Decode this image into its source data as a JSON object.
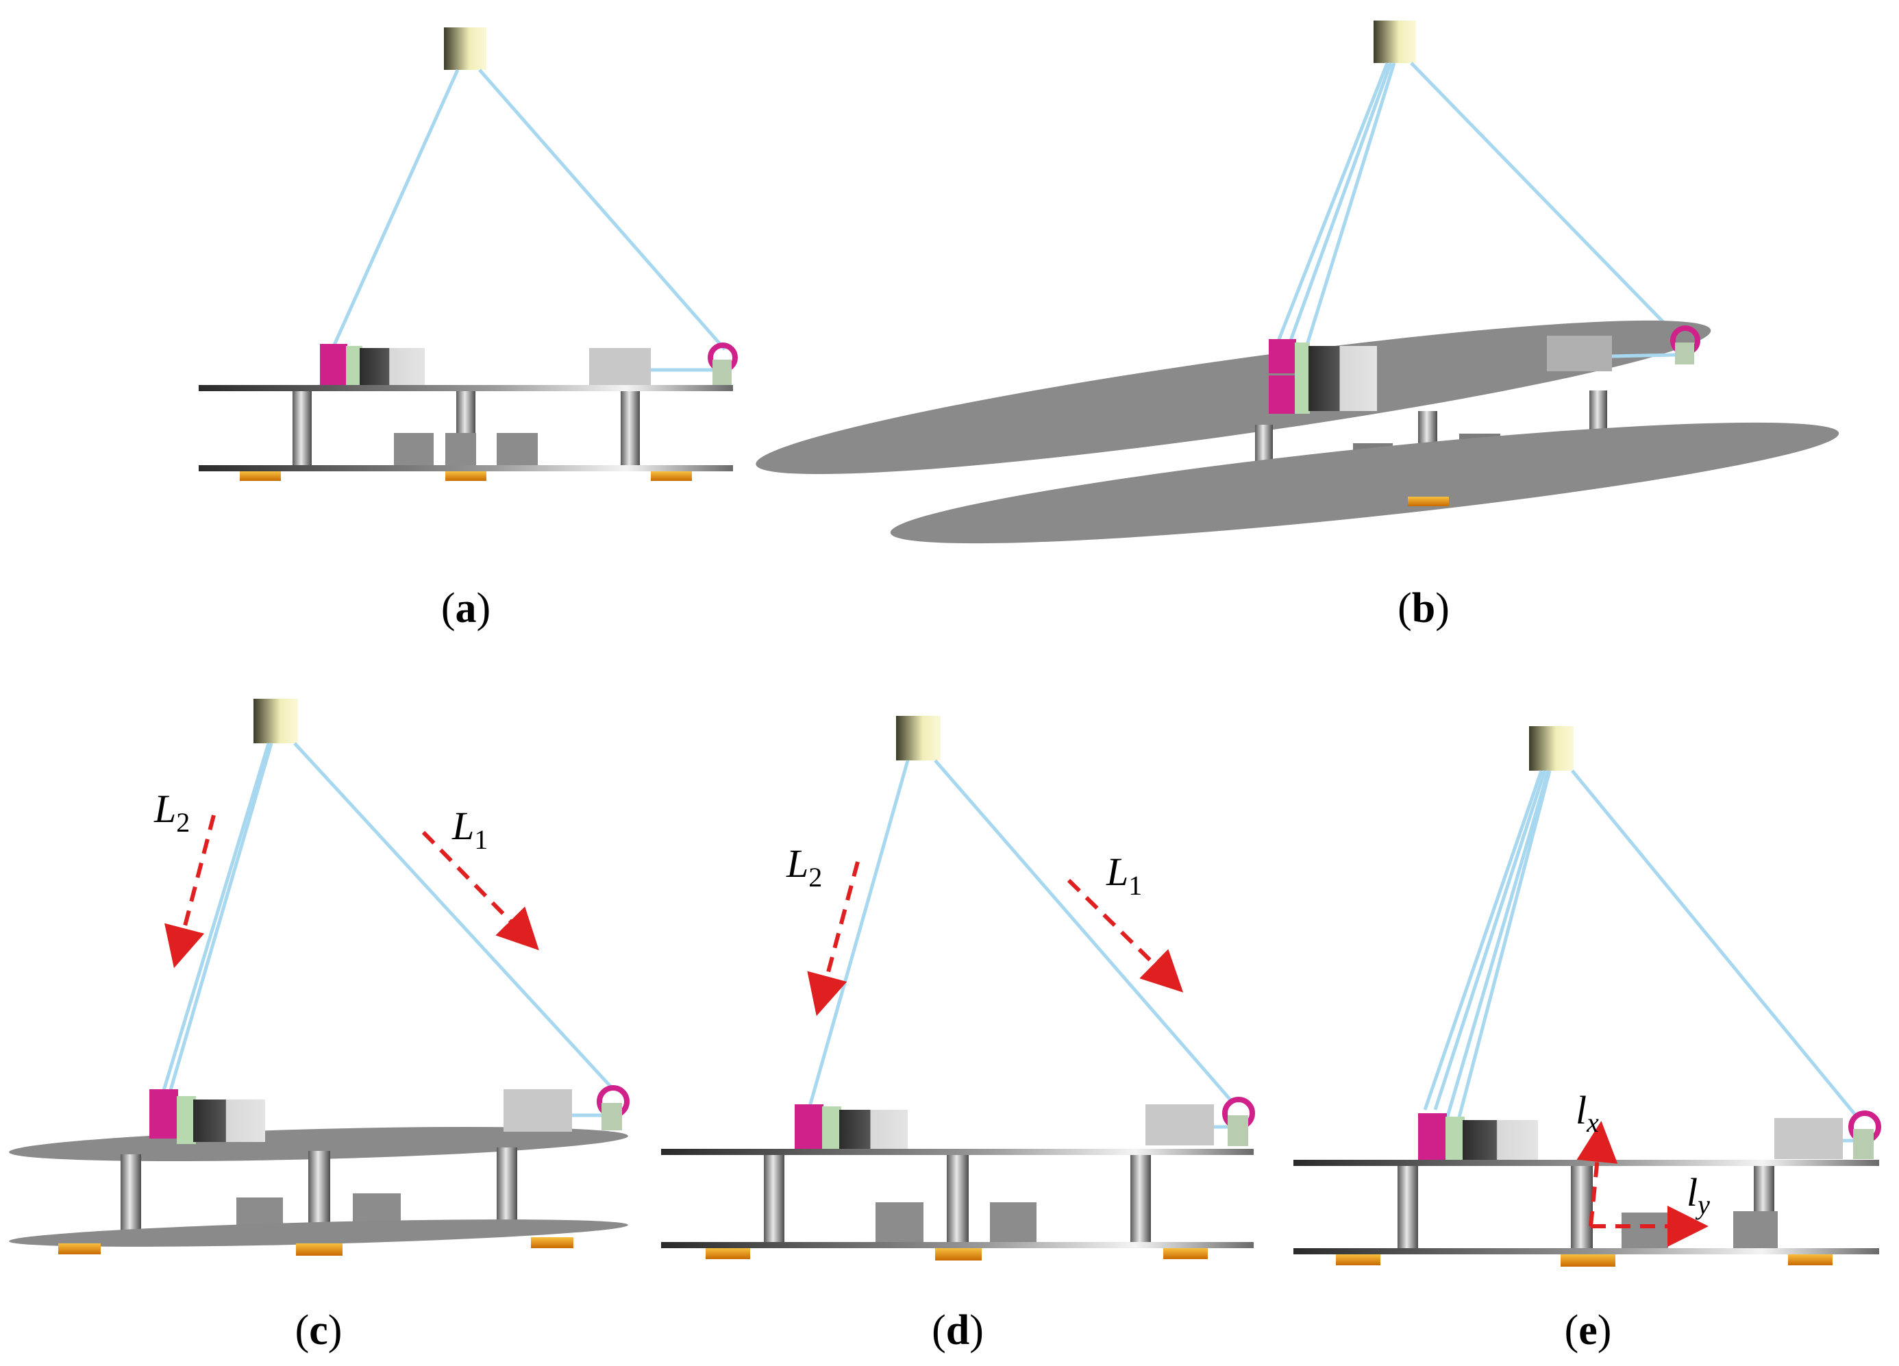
{
  "panels": [
    {
      "id": "a",
      "caption": "a"
    },
    {
      "id": "b",
      "caption": "b"
    },
    {
      "id": "c",
      "caption": "c"
    },
    {
      "id": "d",
      "caption": "d"
    },
    {
      "id": "e",
      "caption": "e"
    }
  ],
  "labels": {
    "L2_symbol": "L",
    "L2_sub": "2",
    "L1_symbol": "L",
    "L1_sub": "1",
    "lx_symbol": "l",
    "lx_sub": "x",
    "ly_symbol": "l",
    "ly_sub": "y"
  },
  "colors": {
    "cable": "#a8d8f0",
    "arrow": "#e02020",
    "reel": "#d0208a",
    "foot": "#e8960a",
    "anchor": "#e6e0a0"
  }
}
